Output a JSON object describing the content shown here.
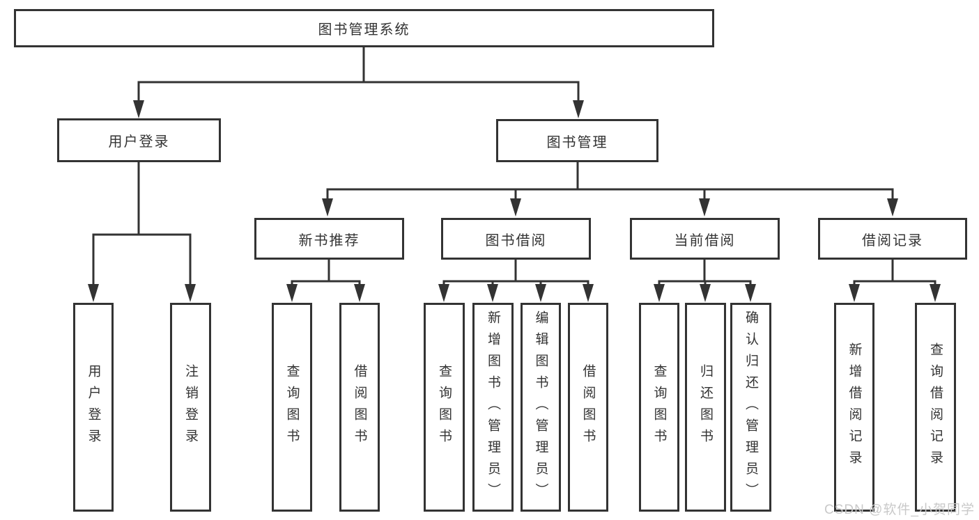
{
  "diagram": {
    "title_node": {
      "label": "图书管理系统"
    },
    "root": {
      "label": "图书管理系统"
    },
    "level2": [
      {
        "label": "用户登录"
      },
      {
        "label": "图书管理"
      }
    ],
    "level3": [
      {
        "label": "新书推荐",
        "parent": "图书管理"
      },
      {
        "label": "图书借阅",
        "parent": "图书管理"
      },
      {
        "label": "当前借阅",
        "parent": "图书管理"
      },
      {
        "label": "借阅记录",
        "parent": "图书管理"
      }
    ],
    "leaves": [
      {
        "label": "用户登录",
        "parent": "用户登录"
      },
      {
        "label": "注销登录",
        "parent": "用户登录"
      },
      {
        "label": "查询图书",
        "parent": "新书推荐"
      },
      {
        "label": "借阅图书",
        "parent": "新书推荐"
      },
      {
        "label": "查询图书",
        "parent": "图书借阅"
      },
      {
        "label": "新增图书（管理员）",
        "parent": "图书借阅"
      },
      {
        "label": "编辑图书（管理员）",
        "parent": "图书借阅"
      },
      {
        "label": "借阅图书",
        "parent": "图书借阅"
      },
      {
        "label": "查询图书",
        "parent": "当前借阅"
      },
      {
        "label": "归还图书",
        "parent": "当前借阅"
      },
      {
        "label": "确认归还（管理员）",
        "parent": "当前借阅"
      },
      {
        "label": "新增借阅记录",
        "parent": "借阅记录"
      },
      {
        "label": "查询借阅记录",
        "parent": "借阅记录"
      }
    ]
  },
  "watermark": {
    "text": "CSDN @软件_小贺同学"
  },
  "colors": {
    "line": "#333333",
    "text": "#333333",
    "watermark": "#c9c9c9",
    "background": "#ffffff"
  }
}
